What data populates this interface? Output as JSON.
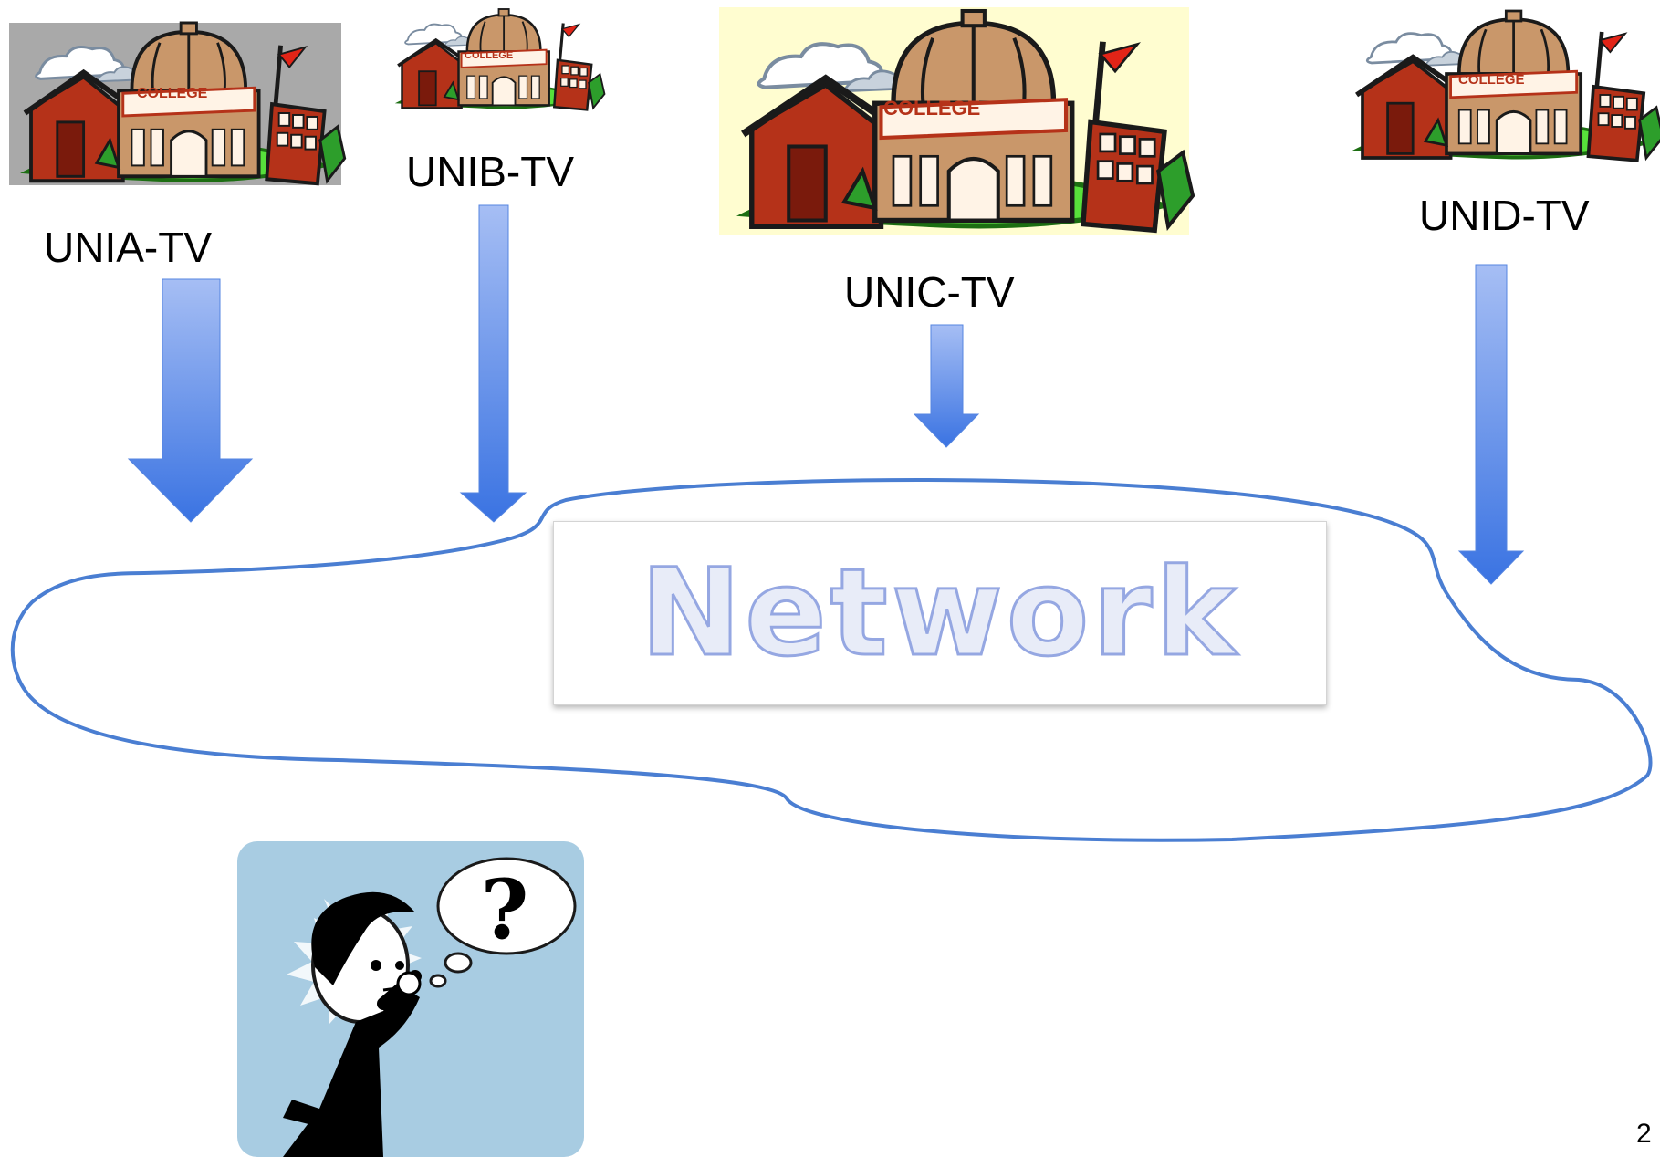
{
  "colleges": [
    {
      "label": "UNIA-TV",
      "sign": "COLLEGE",
      "background": "#a9a9a9"
    },
    {
      "label": "UNIB-TV",
      "sign": "COLLEGE",
      "background": "#ffffff"
    },
    {
      "label": "UNIC-TV",
      "sign": "COLLEGE",
      "background": "#fffdd0"
    },
    {
      "label": "UNID-TV",
      "sign": "COLLEGE",
      "background": "#ffffff"
    }
  ],
  "network": {
    "label": "Network"
  },
  "thinker": {
    "symbol": "?"
  },
  "page_number": "2",
  "colors": {
    "arrow_top": "#a6bef4",
    "arrow_bottom": "#3a73e2",
    "cloud_stroke": "#4a7ed2",
    "thinker_bg": "#a8cce2",
    "dome": "#c9976a",
    "brick": "#b53219",
    "grass": "#57e03b"
  }
}
